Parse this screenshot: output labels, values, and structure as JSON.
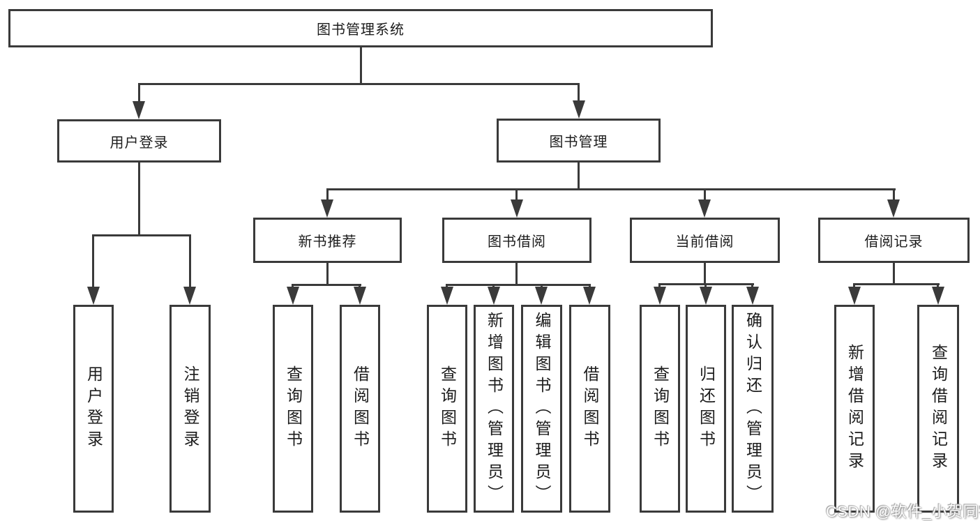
{
  "diagram": {
    "title": "图书管理系统",
    "tree": {
      "root": {
        "label": "图书管理系统"
      },
      "children": [
        {
          "label": "用户登录",
          "children": [
            {
              "label": "用户登录"
            },
            {
              "label": "注销登录"
            }
          ]
        },
        {
          "label": "图书管理",
          "children": [
            {
              "label": "新书推荐",
              "children": [
                {
                  "label": "查询图书"
                },
                {
                  "label": "借阅图书"
                }
              ]
            },
            {
              "label": "图书借阅",
              "children": [
                {
                  "label": "查询图书"
                },
                {
                  "label": "新增图书（管理员）"
                },
                {
                  "label": "编辑图书（管理员）"
                },
                {
                  "label": "借阅图书"
                }
              ]
            },
            {
              "label": "当前借阅",
              "children": [
                {
                  "label": "查询图书"
                },
                {
                  "label": "归还图书"
                },
                {
                  "label": "确认归还（管理员）"
                }
              ]
            },
            {
              "label": "借阅记录",
              "children": [
                {
                  "label": "新增借阅记录"
                },
                {
                  "label": "查询借阅记录"
                }
              ]
            }
          ]
        }
      ]
    },
    "colors": {
      "line": "#3a3a3a",
      "text": "#1c1c1c",
      "background": "#ffffff",
      "watermark": "#ffffff"
    }
  },
  "watermark": {
    "text": "CSDN @软件_小贺同学"
  }
}
